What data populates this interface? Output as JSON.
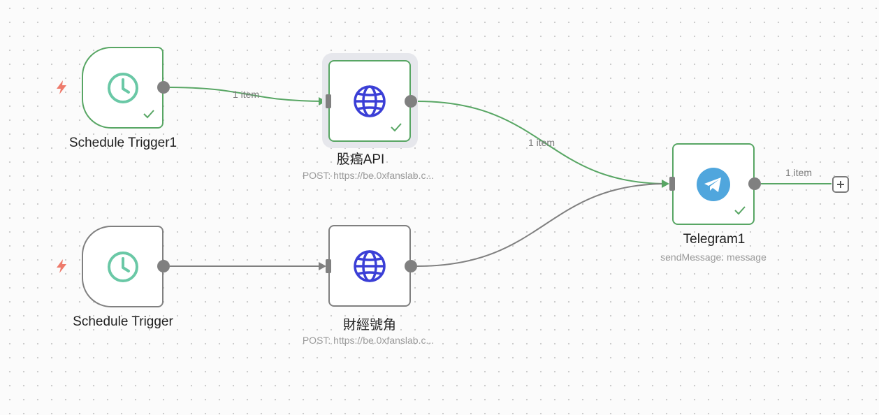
{
  "canvas": {
    "nodes": {
      "schedule_trigger1": {
        "label": "Schedule Trigger1",
        "icon": "clock-icon"
      },
      "stock_api": {
        "label": "股癌API",
        "subtitle": "POST: https://be.0xfanslab.c...",
        "icon": "globe-icon"
      },
      "schedule_trigger": {
        "label": "Schedule Trigger",
        "icon": "clock-icon"
      },
      "finance_horn": {
        "label": "財經號角",
        "subtitle": "POST: https://be.0xfanslab.c...",
        "icon": "globe-icon"
      },
      "telegram1": {
        "label": "Telegram1",
        "subtitle": "sendMessage: message",
        "icon": "telegram-icon"
      }
    },
    "edges": {
      "trigger1_to_api": "1 item",
      "api_to_telegram": "1 item",
      "telegram_out": "1 item"
    },
    "colors": {
      "success": "#58a664",
      "neutral": "#808080",
      "clock": "#6ac8a6",
      "globe": "#3b3fd6",
      "telegram": "#50a6dd",
      "bolt": "#ee7a6b"
    }
  }
}
